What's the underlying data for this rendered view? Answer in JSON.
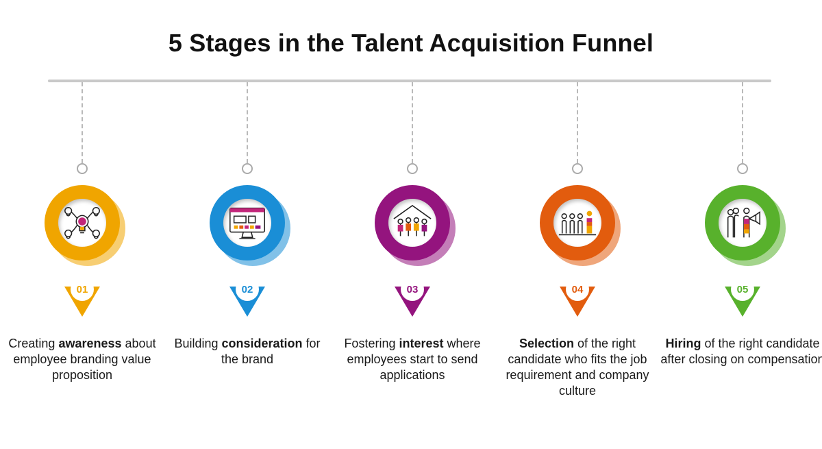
{
  "title": "5 Stages in the Talent Acquisition Funnel",
  "stages": [
    {
      "number": "01",
      "color": "#f0a500",
      "icon": "ideas-network-icon",
      "text": [
        {
          "t": "Creating ",
          "b": false
        },
        {
          "t": "awareness",
          "b": true
        },
        {
          "t": " about employee branding value proposition",
          "b": false
        }
      ]
    },
    {
      "number": "02",
      "color": "#1a8ed6",
      "icon": "computer-monitor-icon",
      "text": [
        {
          "t": "Building ",
          "b": false
        },
        {
          "t": "consideration",
          "b": true
        },
        {
          "t": " for the brand",
          "b": false
        }
      ]
    },
    {
      "number": "03",
      "color": "#94147e",
      "icon": "people-group-house-icon",
      "text": [
        {
          "t": "Fostering ",
          "b": false
        },
        {
          "t": "interest",
          "b": true
        },
        {
          "t": " where employees start to send applications",
          "b": false
        }
      ]
    },
    {
      "number": "04",
      "color": "#e25c0e",
      "icon": "candidate-selection-icon",
      "text": [
        {
          "t": "Selection",
          "b": true
        },
        {
          "t": " of the right candidate who fits the job requirement and company culture",
          "b": false
        }
      ]
    },
    {
      "number": "05",
      "color": "#58b12c",
      "icon": "hiring-megaphone-icon",
      "text": [
        {
          "t": "Hiring",
          "b": true
        },
        {
          "t": " of the right candidate after closing on compensation",
          "b": false
        }
      ]
    }
  ]
}
